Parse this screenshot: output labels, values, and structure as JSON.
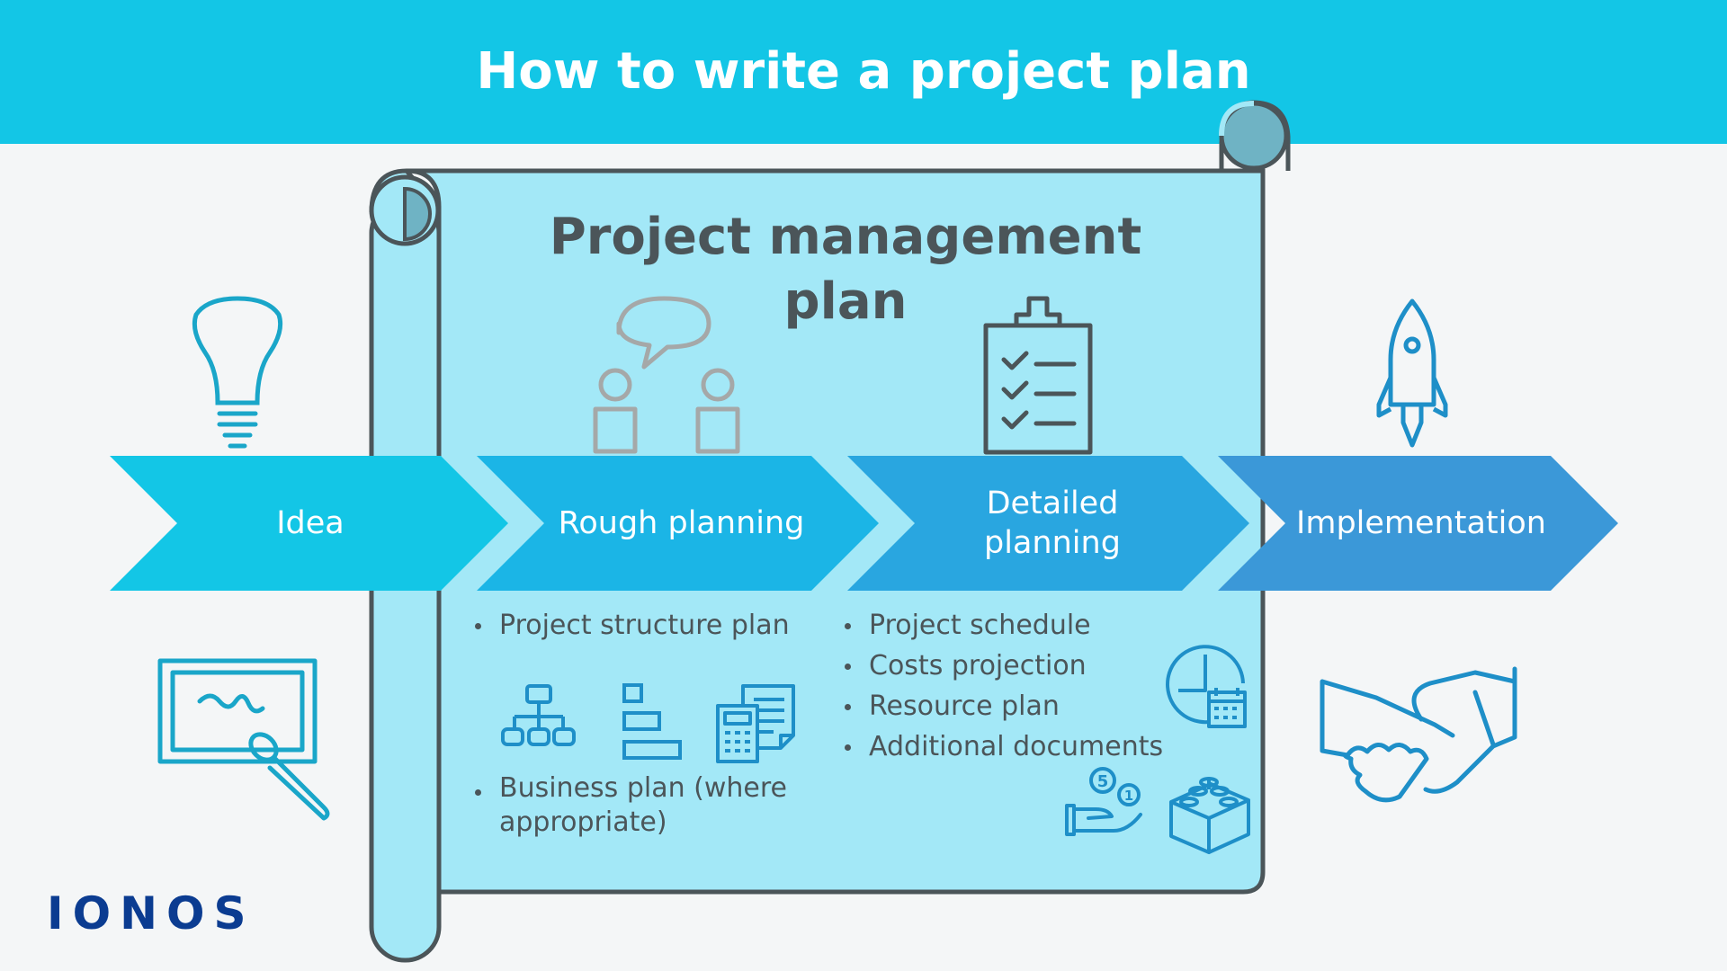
{
  "header": {
    "title": "How to write a project plan"
  },
  "plan": {
    "title": "Project management plan"
  },
  "steps": [
    {
      "label": "Idea",
      "color": "#13c6e6"
    },
    {
      "label": "Rough planning",
      "color": "#1bb5e6"
    },
    {
      "label": "Detailed planning",
      "color": "#29a6e0"
    },
    {
      "label": "Implementation",
      "color": "#3b98d8"
    }
  ],
  "rough_planning": {
    "bullets": [
      "Project structure plan"
    ],
    "bullets_2": [
      "Business plan (where appropriate)"
    ]
  },
  "detailed_planning": {
    "bullets": [
      "Project schedule",
      "Costs projection",
      "Resource plan",
      "Additional documents"
    ]
  },
  "icons": {
    "idea": "lightbulb-icon",
    "idea_sketch": "drawing-board-icon",
    "rough_planning": "discussion-icon",
    "detailed_planning": "checklist-clipboard-icon",
    "implementation": "rocket-icon",
    "implementation_deal": "handshake-icon"
  },
  "brand": {
    "logo": "IONOS"
  },
  "colors": {
    "header": "#13c6e6",
    "scroll": "#a3e8f7",
    "icon_blue": "#1e8fc8",
    "icon_teal": "#1aa6c9",
    "text_dark": "#4b5559",
    "logo": "#0b3c91"
  }
}
